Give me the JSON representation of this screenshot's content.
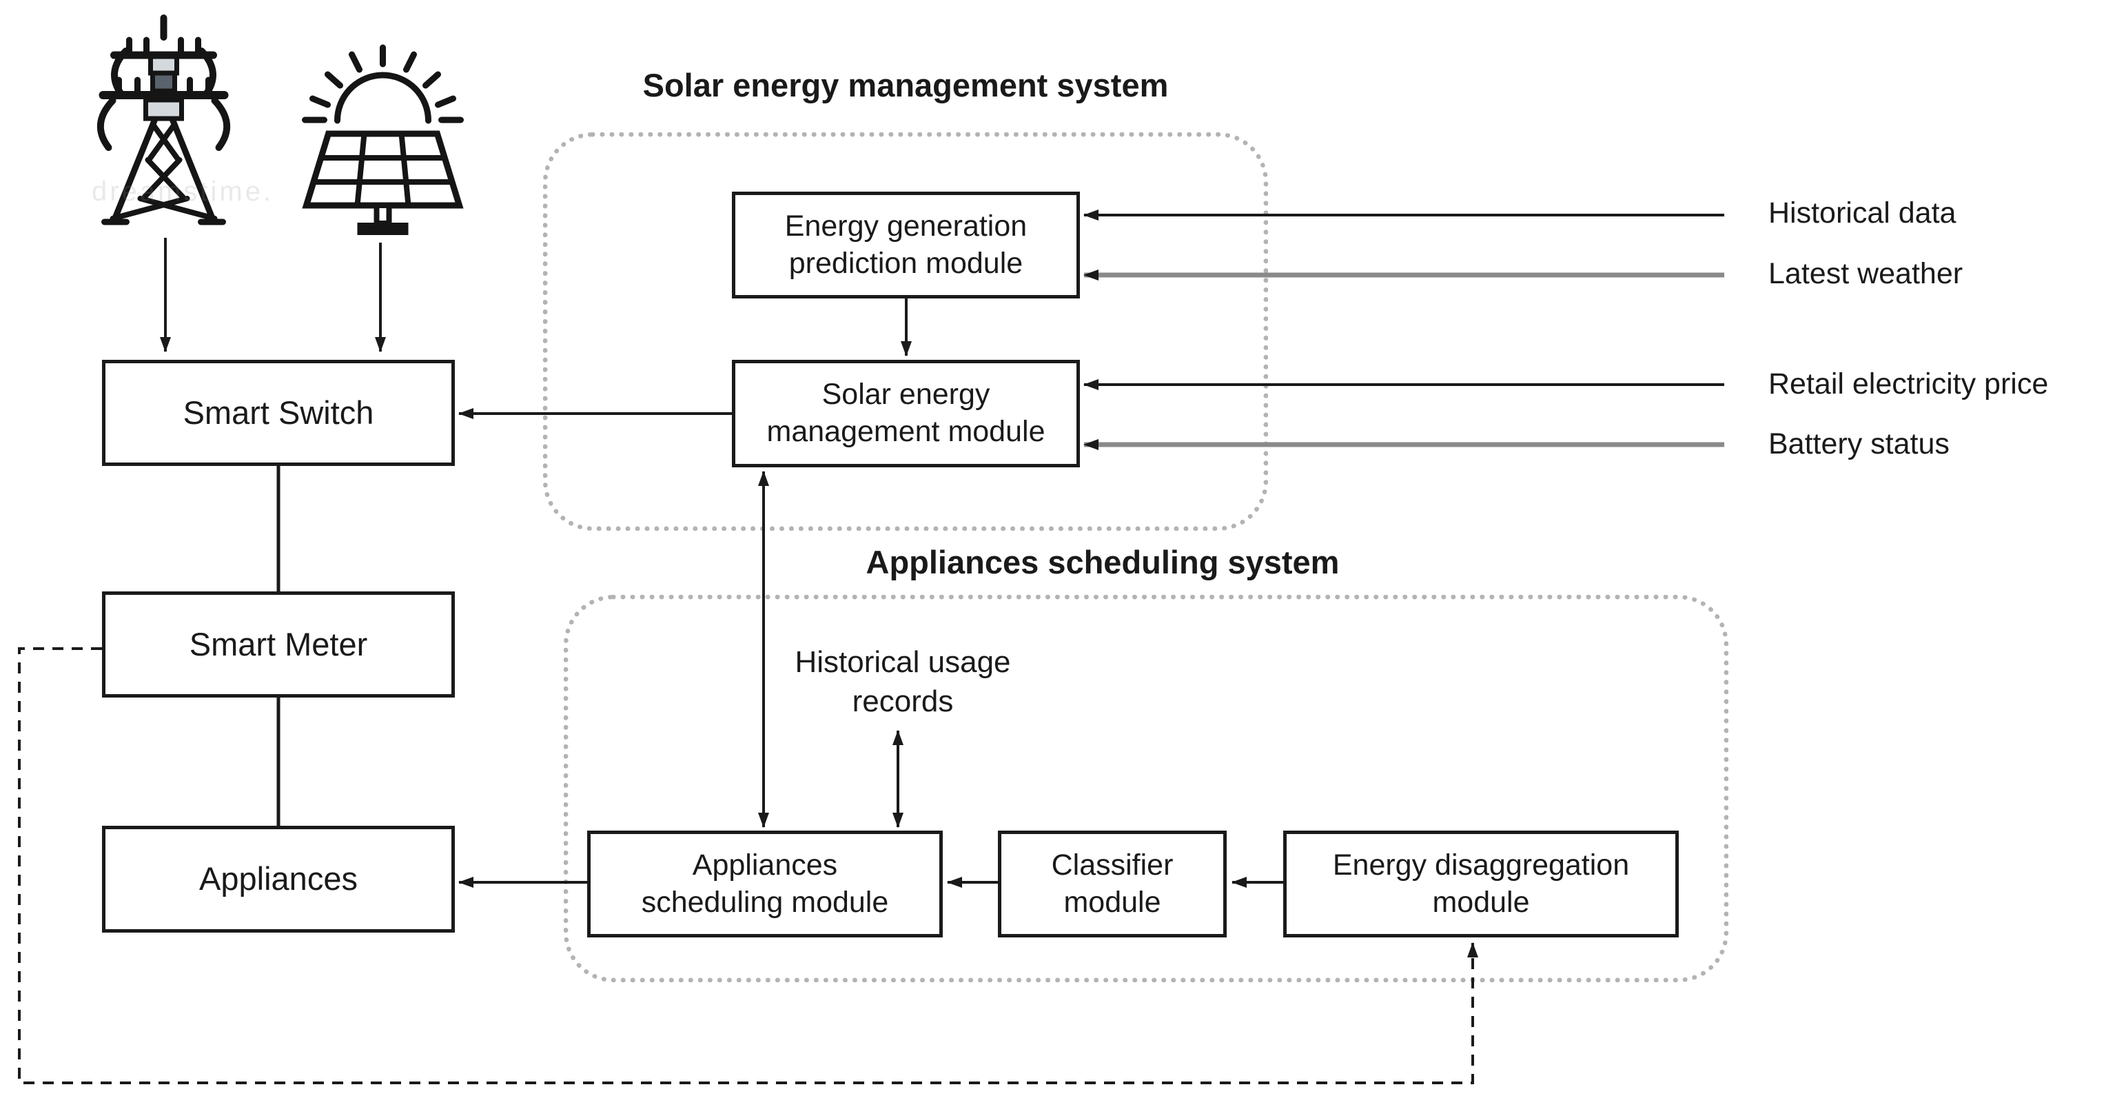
{
  "sources": {
    "watermark": "dreamstime."
  },
  "icons": {
    "grid": "transmission-tower",
    "solar": "solar-panel"
  },
  "boxes": {
    "smart_switch": "Smart Switch",
    "smart_meter": "Smart Meter",
    "appliances": "Appliances"
  },
  "solar_system": {
    "title": "Solar energy management system",
    "prediction_module": "Energy generation\nprediction module",
    "management_module": "Solar energy\nmanagement module"
  },
  "scheduling_system": {
    "title": "Appliances scheduling system",
    "scheduling_module": "Appliances\nscheduling module",
    "classifier_module": "Classifier\nmodule",
    "disaggregation_module": "Energy disaggregation\nmodule"
  },
  "inputs": {
    "historical_data": "Historical data",
    "latest_weather": "Latest weather",
    "retail_price": "Retail electricity price",
    "battery_status": "Battery status"
  },
  "labels": {
    "usage_records": "Historical usage\nrecords"
  },
  "colors": {
    "line_black": "#1a1a1a",
    "line_gray": "#8a8a8a",
    "container_border": "#b3b3b3",
    "box_border": "#1a1a1a",
    "insulator_light": "#d4d9dd",
    "insulator_dark": "#5a626b"
  }
}
